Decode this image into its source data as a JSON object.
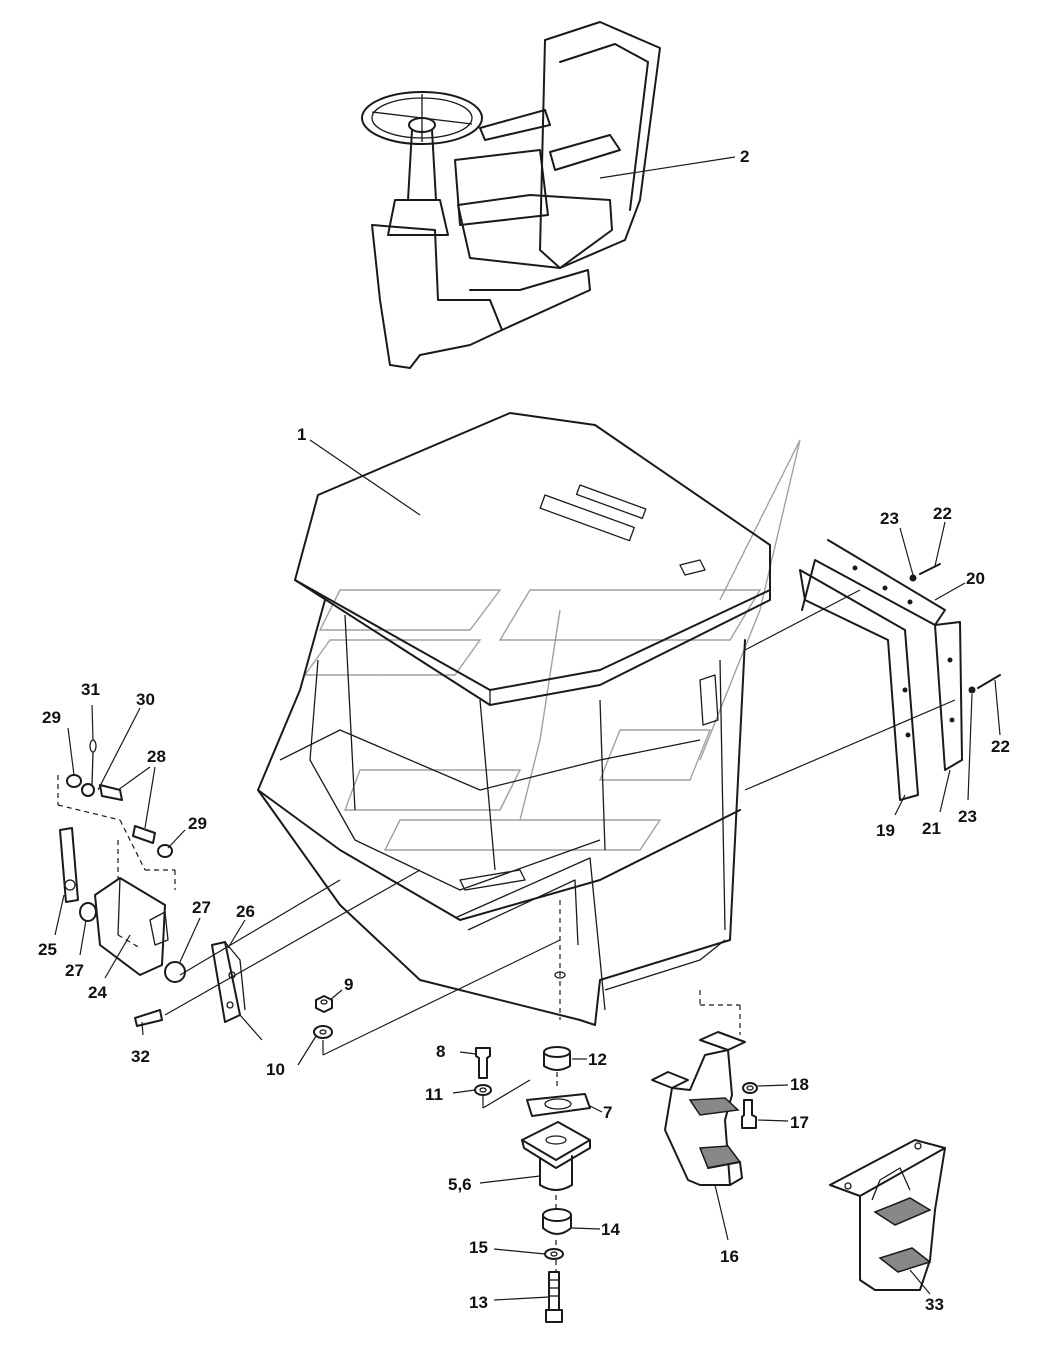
{
  "callouts": {
    "c1": "1",
    "c2": "2",
    "c56": "5,6",
    "c7": "7",
    "c8": "8",
    "c9": "9",
    "c10": "10",
    "c11": "11",
    "c12": "12",
    "c13": "13",
    "c14": "14",
    "c15": "15",
    "c16": "16",
    "c17": "17",
    "c18": "18",
    "c19": "19",
    "c20": "20",
    "c21": "21",
    "c22a": "22",
    "c22b": "22",
    "c23a": "23",
    "c23b": "23",
    "c24": "24",
    "c25": "25",
    "c26": "26",
    "c27a": "27",
    "c27b": "27",
    "c28": "28",
    "c29a": "29",
    "c29b": "29",
    "c30": "30",
    "c31": "31",
    "c32": "32",
    "c33": "33"
  }
}
